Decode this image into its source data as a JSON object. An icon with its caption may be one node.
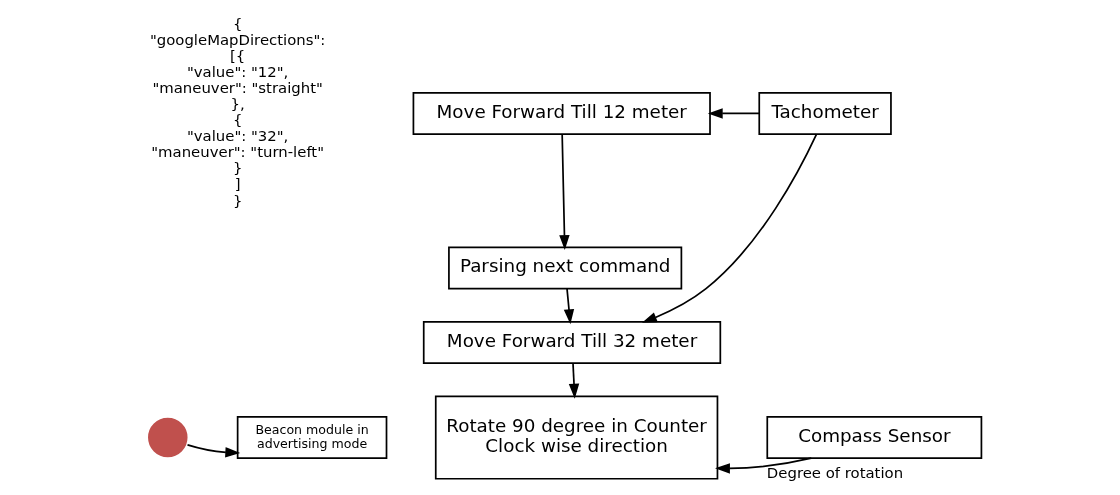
{
  "diagram": {
    "nodes": [
      {
        "text": [
          "Move Forward Till 12 meter"
        ]
      },
      {
        "text": [
          "Tachometer"
        ]
      },
      {
        "text": [
          "Parsing next command"
        ]
      },
      {
        "text": [
          "Move Forward Till 32 meter"
        ]
      },
      {
        "text": [
          "Rotate 90 degree in Counter Clock wise direction"
        ]
      },
      {
        "text": [
          "Compass Sensor"
        ]
      },
      {
        "text": [],
        "shape": "circle"
      },
      {
        "text": [
          "Beacon module in advertising mode"
        ]
      }
    ],
    "edges": [
      {
        "from": 1,
        "to": 0,
        "arrow": "to"
      },
      {
        "from": 0,
        "to": 2,
        "arrow": "to"
      },
      {
        "from": 2,
        "to": 3,
        "arrow": "to"
      },
      {
        "from": 1,
        "to": 3,
        "arrow": "to"
      },
      {
        "from": 3,
        "to": 4,
        "arrow": "to"
      },
      {
        "from": 5,
        "to": 4,
        "arrow": "to",
        "label": "Degree of rotation"
      },
      {
        "from": 6,
        "to": 7,
        "arrow": "to"
      }
    ],
    "labels": [
      "{",
      "\"googleMapDirections\":",
      "[{",
      "\"value\": \"12\",",
      "\"maneuver\": \"straight\"",
      "},",
      "{",
      "\"value\": \"32\",",
      "\"maneuver\": \"turn-left\"",
      "}",
      "]",
      "}"
    ]
  }
}
